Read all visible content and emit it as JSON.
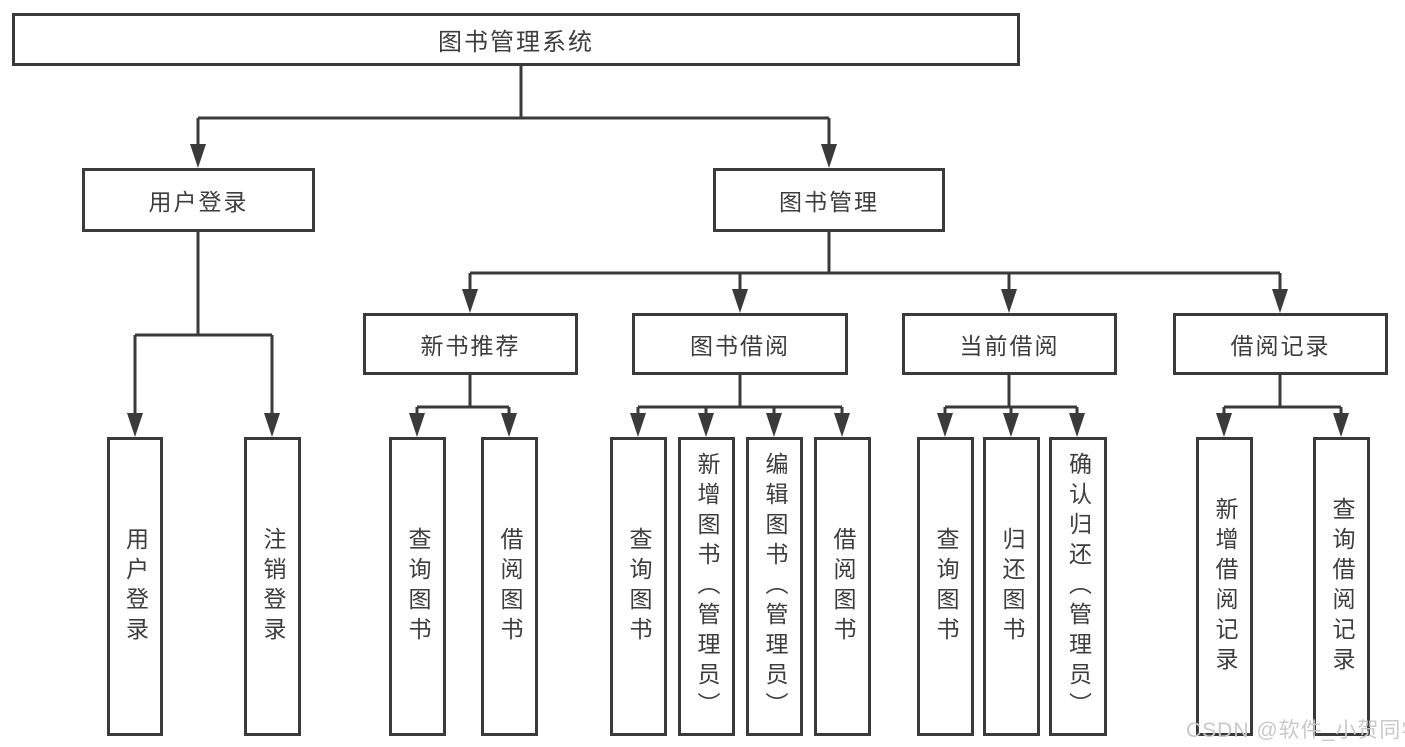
{
  "colors": {
    "line": "#3a3a3a",
    "text": "#3d3d3d",
    "box_background": "#ffffff",
    "page_background": "#ffffff",
    "watermark": "#c9c9c9"
  },
  "watermark": {
    "text": "CSDN @软件_小贺同学"
  },
  "tree": {
    "root": {
      "label": "图书管理系统"
    },
    "branches": [
      {
        "label": "用户登录",
        "leaves": [
          {
            "label": "用户登录"
          },
          {
            "label": "注销登录"
          }
        ]
      },
      {
        "label": "图书管理",
        "groups": [
          {
            "label": "新书推荐",
            "leaves": [
              {
                "label": "查询图书"
              },
              {
                "label": "借阅图书"
              }
            ]
          },
          {
            "label": "图书借阅",
            "leaves": [
              {
                "label": "查询图书"
              },
              {
                "label": "新增图书（管理员）"
              },
              {
                "label": "编辑图书（管理员）"
              },
              {
                "label": "借阅图书"
              }
            ]
          },
          {
            "label": "当前借阅",
            "leaves": [
              {
                "label": "查询图书"
              },
              {
                "label": "归还图书"
              },
              {
                "label": "确认归还（管理员）"
              }
            ]
          },
          {
            "label": "借阅记录",
            "leaves": [
              {
                "label": "新增借阅记录"
              },
              {
                "label": "查询借阅记录"
              }
            ]
          }
        ]
      }
    ]
  }
}
